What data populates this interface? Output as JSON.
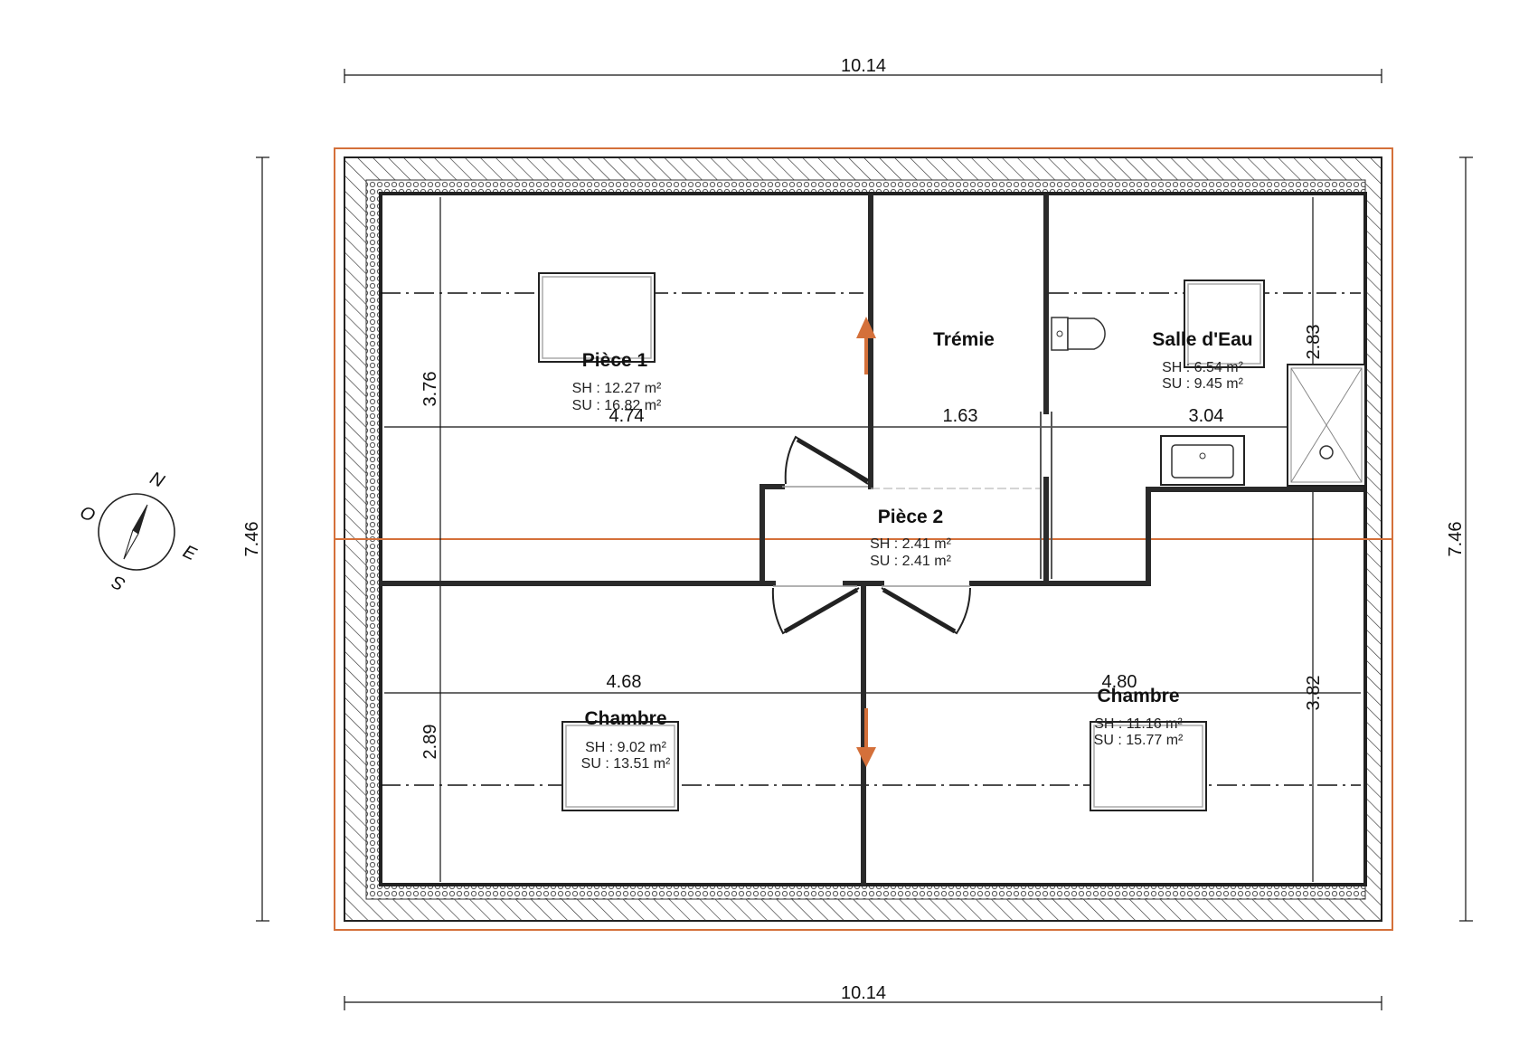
{
  "dimensions": {
    "top": "10.14",
    "bottom": "10.14",
    "left": "7.46",
    "right": "7.46",
    "piece1_height": "3.76",
    "piece1_width": "4.74",
    "tremie_width": "1.63",
    "salle_eau_width": "3.04",
    "salle_eau_height": "2.83",
    "chambre1_width": "4.68",
    "chambre1_height": "2.89",
    "chambre2_width": "4.80",
    "chambre2_height": "3.82"
  },
  "rooms": {
    "piece1": {
      "name": "Pièce 1",
      "sh": "SH : 12.27 m²",
      "su": "SU : 16.82 m²"
    },
    "tremie": {
      "name": "Trémie"
    },
    "salle_eau": {
      "name": "Salle d'Eau",
      "sh": "SH : 6.54 m²",
      "su": "SU : 9.45 m²"
    },
    "piece2": {
      "name": "Pièce 2",
      "sh": "SH : 2.41 m²",
      "su": "SU : 2.41 m²"
    },
    "chambre1": {
      "name": "Chambre",
      "sh": "SH : 9.02 m²",
      "su": "SU : 13.51 m²"
    },
    "chambre2": {
      "name": "Chambre",
      "sh": "SH : 11.16 m²",
      "su": "SU : 15.77 m²"
    }
  },
  "compass": {
    "n": "N",
    "e": "E",
    "s": "S",
    "o": "O"
  },
  "colors": {
    "outline": "#d4703a",
    "wall": "#2a2a2a",
    "arrow": "#d4703a"
  }
}
